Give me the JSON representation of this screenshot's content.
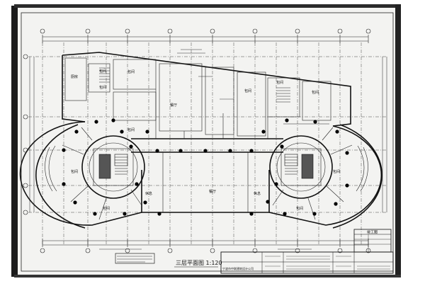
{
  "drawing": {
    "title": "三层平面图 1:120",
    "company": "宁波市中联建筑设计公司",
    "title_block_header": "竣工图",
    "room_labels": [
      "厨房",
      "包间",
      "包间",
      "包间",
      "餐厅",
      "餐厅",
      "包间",
      "包间",
      "包间",
      "包间",
      "包间",
      "包间",
      "休息",
      "休息",
      "包间",
      "包间"
    ],
    "colors": {
      "paper": "#f4f4f2",
      "line": "#111111",
      "column": "#000000",
      "border_dark": "#1a1a1a"
    }
  }
}
